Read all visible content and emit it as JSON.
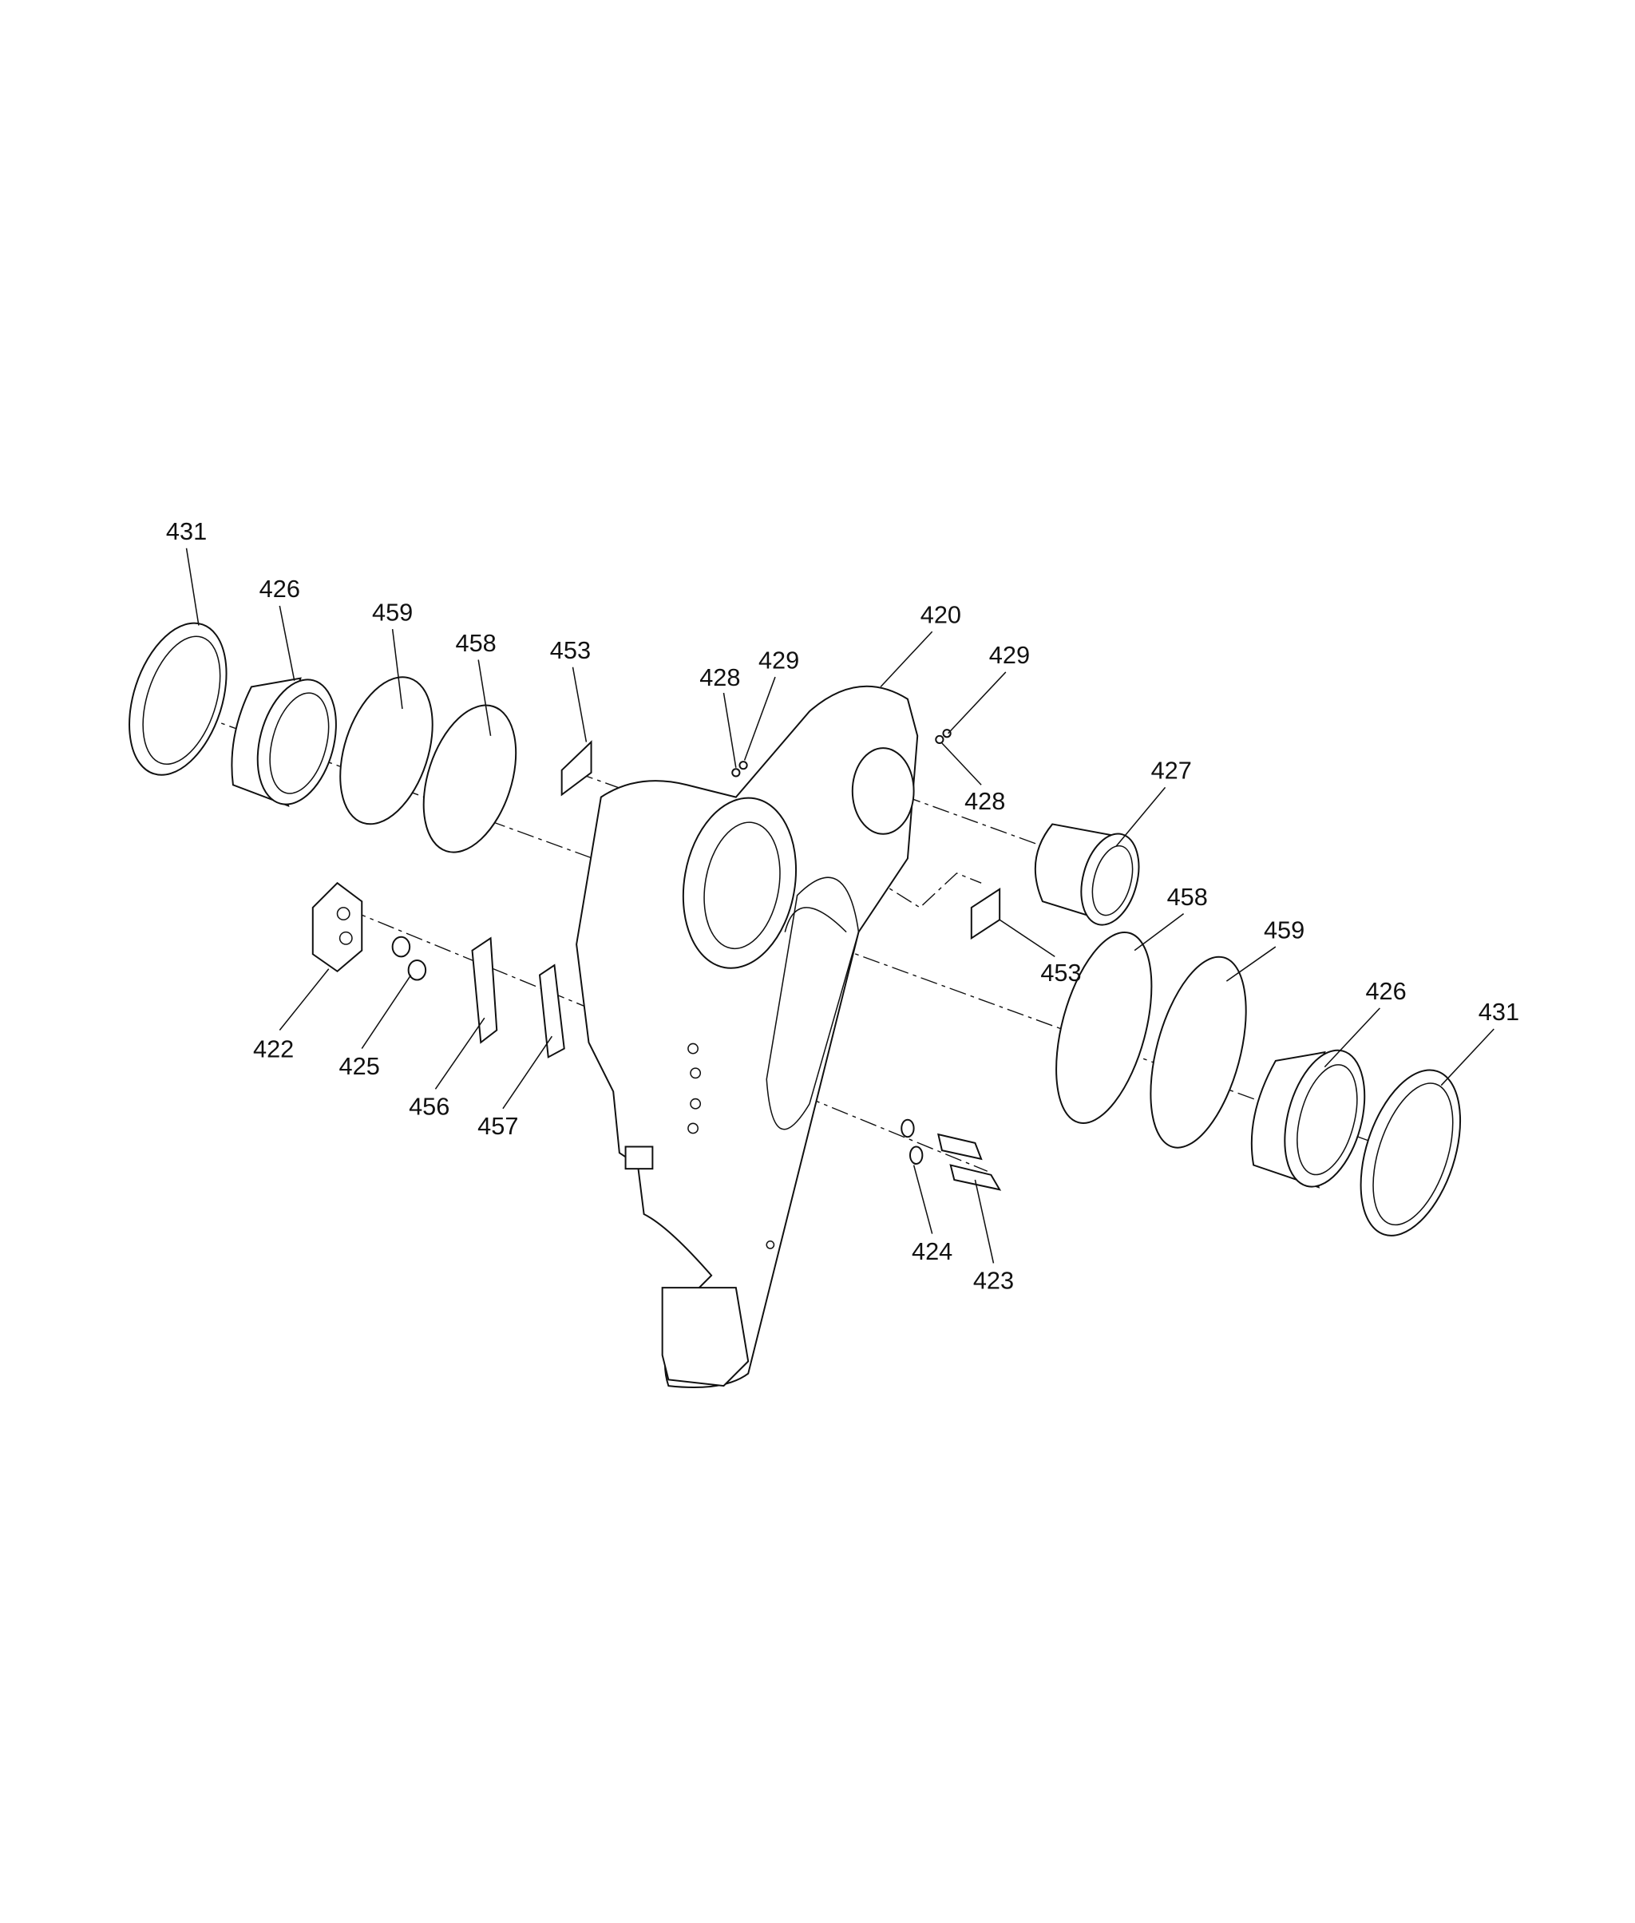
{
  "diagram": {
    "type": "exploded-parts-view",
    "callouts": {
      "c431_left": "431",
      "c426_left": "426",
      "c459_left": "459",
      "c458_left": "458",
      "c453_left": "453",
      "c428_left": "428",
      "c429_left": "429",
      "c420": "420",
      "c429_right": "429",
      "c428_right": "428",
      "c427": "427",
      "c458_right": "458",
      "c459_right": "459",
      "c426_right": "426",
      "c431_right": "431",
      "c453_right": "453",
      "c422": "422",
      "c425": "425",
      "c456": "456",
      "c457": "457",
      "c424": "424",
      "c423": "423"
    }
  }
}
